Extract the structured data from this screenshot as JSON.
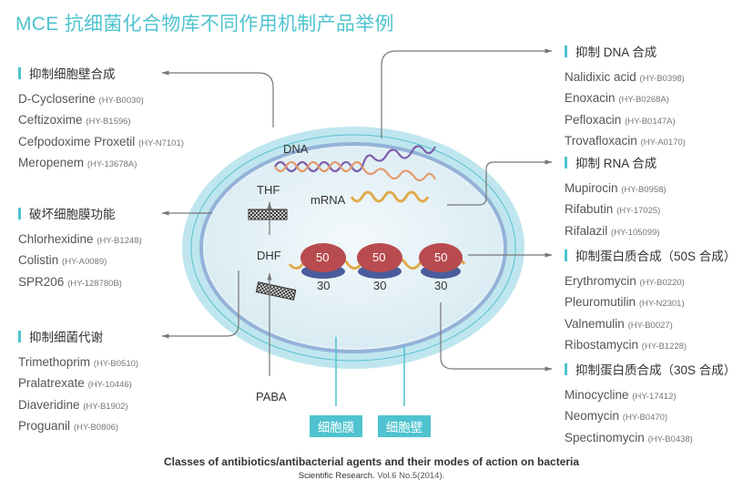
{
  "title": "MCE 抗细菌化合物库不同作用机制产品举例",
  "colors": {
    "accent": "#4fc3cf",
    "cell_wall": "#bfe6ee",
    "membrane": "#94b2d8",
    "cytoplasm": "#e4f1f6",
    "dna_strand_a": "#7e5eab",
    "dna_strand_b": "#e59a6e",
    "mrna": "#e0ab4a",
    "ribosome_50s": "#b84b4f",
    "ribosome_30s": "#4a5c9c",
    "arrow": "#777777"
  },
  "groups": {
    "cell_wall": {
      "heading": "抑制细胞壁合成",
      "items": [
        {
          "name": "D-Cycloserine",
          "code": "(HY-B0030)"
        },
        {
          "name": "Ceftizoxime",
          "code": "(HY-B1596)"
        },
        {
          "name": "Cefpodoxime Proxetil",
          "code": "(HY-N7101)"
        },
        {
          "name": "Meropenem",
          "code": "(HY-13678A)"
        }
      ]
    },
    "membrane": {
      "heading": "破坏细胞膜功能",
      "items": [
        {
          "name": "Chlorhexidine",
          "code": "(HY-B1248)"
        },
        {
          "name": "Colistin",
          "code": "(HY-A0089)"
        },
        {
          "name": "SPR206",
          "code": "(HY-128780B)"
        }
      ]
    },
    "metabolism": {
      "heading": "抑制细菌代谢",
      "items": [
        {
          "name": "Trimethoprim",
          "code": "(HY-B0510)"
        },
        {
          "name": "Pralatrexate",
          "code": "(HY-10446)"
        },
        {
          "name": "Diaveridine",
          "code": "(HY-B1902)"
        },
        {
          "name": "Proguanil",
          "code": "(HY-B0806)"
        }
      ]
    },
    "dna": {
      "heading": "抑制 DNA 合成",
      "items": [
        {
          "name": "Nalidixic acid",
          "code": "(HY-B0398)"
        },
        {
          "name": "Enoxacin",
          "code": "(HY-B0268A)"
        },
        {
          "name": "Pefloxacin",
          "code": "(HY-B0147A)"
        },
        {
          "name": "Trovafloxacin",
          "code": "(HY-A0170)"
        }
      ]
    },
    "rna": {
      "heading": "抑制 RNA 合成",
      "items": [
        {
          "name": "Mupirocin",
          "code": "(HY-B0958)"
        },
        {
          "name": "Rifabutin",
          "code": "(HY-17025)"
        },
        {
          "name": "Rifalazil",
          "code": "(HY-105099)"
        }
      ]
    },
    "protein50s": {
      "heading": "抑制蛋白质合成（50S 合成）",
      "items": [
        {
          "name": "Erythromycin",
          "code": "(HY-B0220)"
        },
        {
          "name": "Pleuromutilin",
          "code": "(HY-N2301)"
        },
        {
          "name": "Valnemulin",
          "code": "(HY-B0027)"
        },
        {
          "name": "Ribostamycin",
          "code": "(HY-B1228)"
        }
      ]
    },
    "protein30s": {
      "heading": "抑制蛋白质合成（30S 合成）",
      "items": [
        {
          "name": "Minocycline",
          "code": "(HY-17412)"
        },
        {
          "name": "Neomycin",
          "code": "(HY-B0470)"
        },
        {
          "name": "Spectinomycin",
          "code": "(HY-B0438)"
        }
      ]
    }
  },
  "cell_labels": {
    "dna": "DNA",
    "mrna": "mRNA",
    "thf": "THF",
    "dhf": "DHF",
    "paba": "PABA",
    "ribosome_large": "50",
    "ribosome_small": "30"
  },
  "tags": {
    "membrane": "细胞膜",
    "wall": "细胞壁"
  },
  "caption": {
    "main": "Classes of antibiotics/antibacterial agents and their modes of action on bacteria",
    "source": "Scientific Research.",
    "ref": " Vol.6 No.5(2014)."
  }
}
